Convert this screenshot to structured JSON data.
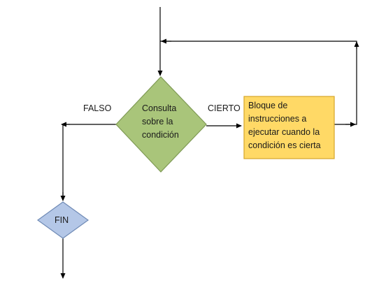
{
  "diagram": {
    "decision": {
      "lines": [
        "Consulta",
        "sobre la",
        "condición"
      ],
      "fill": "#a9c57a",
      "stroke": "#7f9a55"
    },
    "process": {
      "lines": [
        "Bloque de",
        "instrucciones a",
        "ejecutar cuando la",
        "condición es cierta"
      ],
      "fill": "#ffd966",
      "stroke": "#d6a52a"
    },
    "end": {
      "label": "FIN",
      "fill": "#b4c7e7",
      "stroke": "#6f8ab5"
    },
    "edges": {
      "false_label": "FALSO",
      "true_label": "CIERTO"
    },
    "line_color": "#000000"
  }
}
